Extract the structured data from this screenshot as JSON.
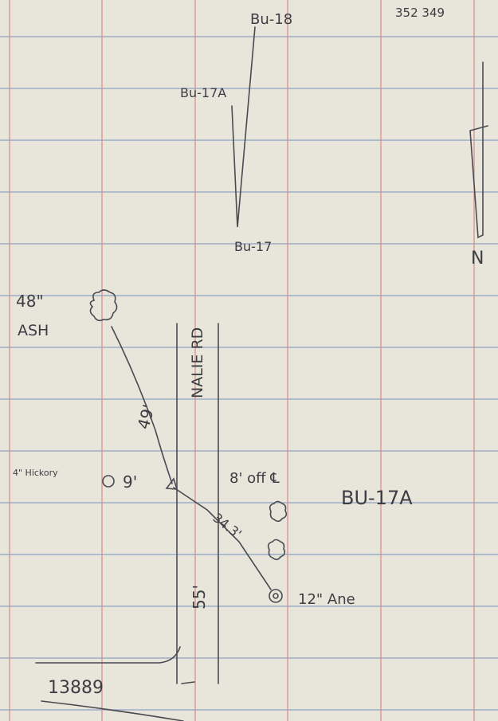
{
  "header": {
    "page_numbers": "352  349"
  },
  "stations": {
    "top": "Bu-18",
    "mid": "Bu-17A",
    "bottom": "Bu-17"
  },
  "north_arrow": "N",
  "trees": {
    "ash": {
      "size": "48\"",
      "species": "ASH"
    },
    "hickory": "4\" Hickory",
    "ane": "12\" Ane"
  },
  "road": "NALIE RD",
  "measurements": {
    "ash_distance": "49'",
    "hickory_distance": "9'",
    "diagonal": "34.3'",
    "offset": "8' off ℄",
    "road_length": "55'"
  },
  "station_label": "BU-17A",
  "record_number": "13889"
}
